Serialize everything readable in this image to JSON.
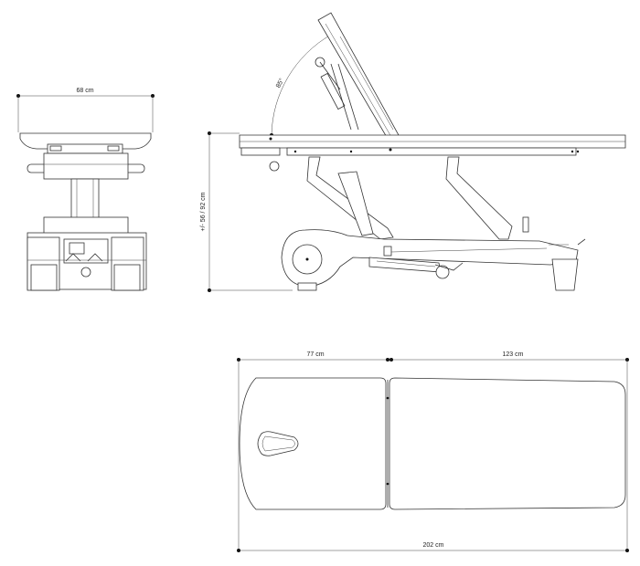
{
  "diagram": {
    "front_view": {
      "width_label": "68 cm"
    },
    "side_view": {
      "height_label": "+/- 56 / 92 cm",
      "angle_label": "85°",
      "brand_mark": ""
    },
    "top_view": {
      "head_section_label": "77 cm",
      "body_section_label": "123 cm",
      "total_length_label": "202 cm"
    }
  }
}
